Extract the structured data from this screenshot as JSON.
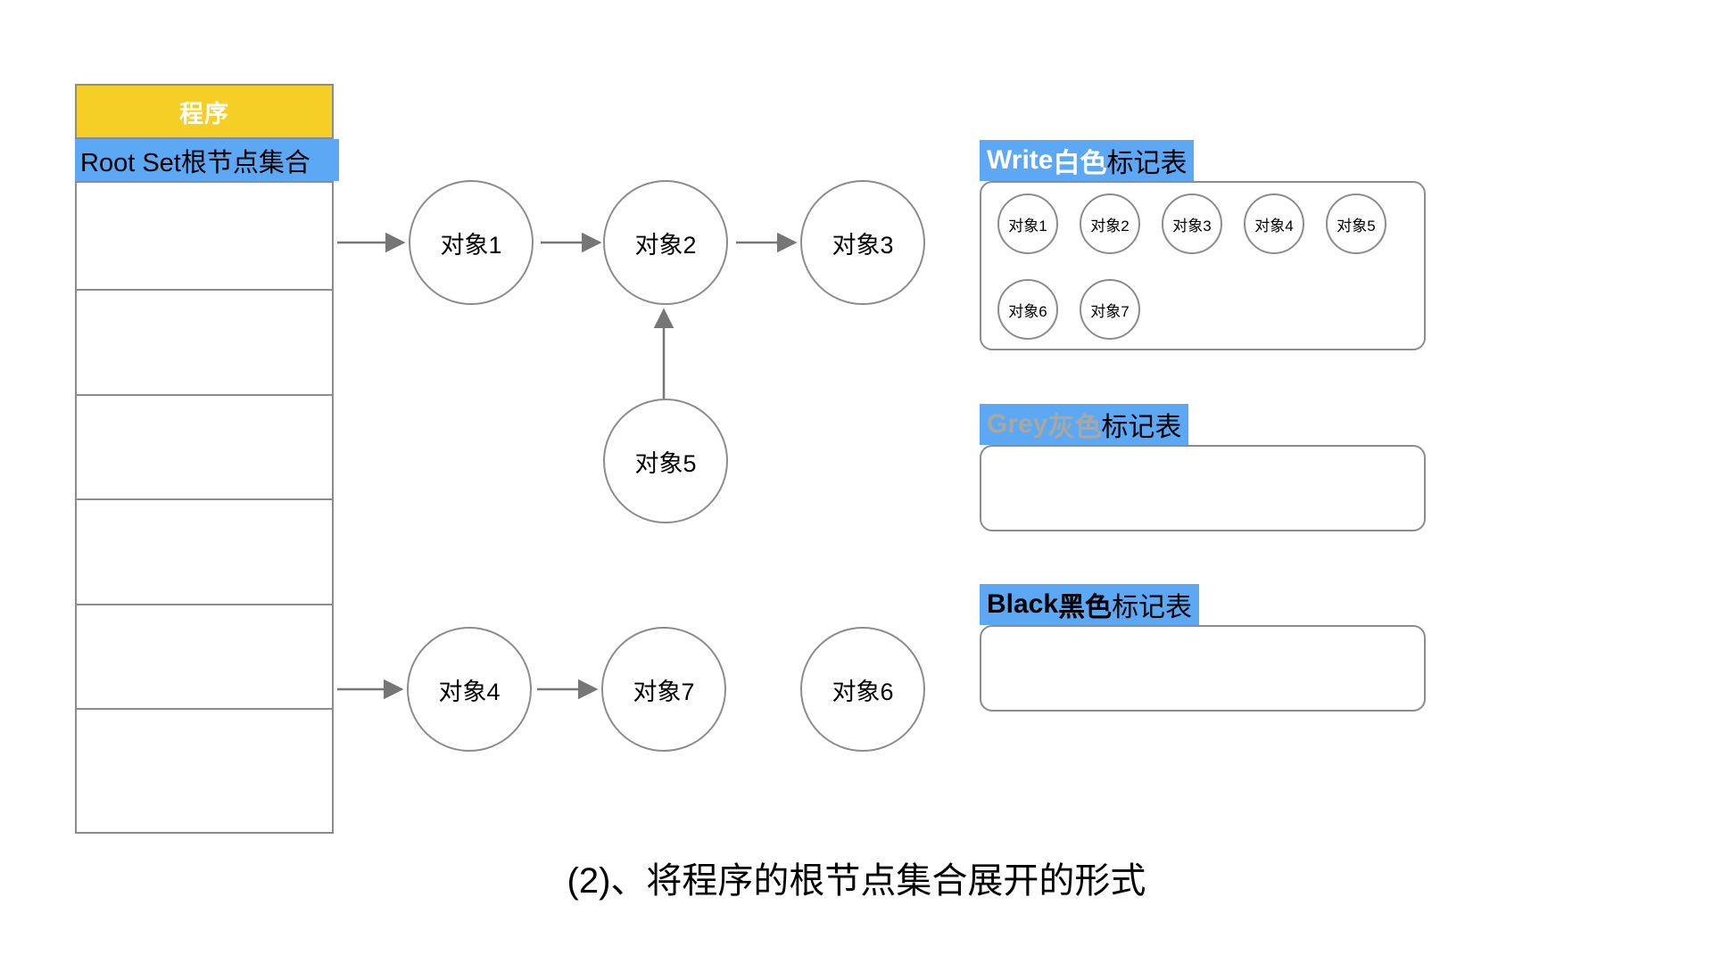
{
  "program": {
    "title": "程序",
    "title_bg": "#F5CE26",
    "rootset_label": "Root Set根节点集合",
    "rootset_bg": "#5CA8F5",
    "rows": [
      "",
      "",
      "",
      "",
      "",
      ""
    ]
  },
  "graph": {
    "nodes": [
      {
        "id": "obj1",
        "label": "对象1"
      },
      {
        "id": "obj2",
        "label": "对象2"
      },
      {
        "id": "obj3",
        "label": "对象3"
      },
      {
        "id": "obj5",
        "label": "对象5"
      },
      {
        "id": "obj4",
        "label": "对象4"
      },
      {
        "id": "obj7",
        "label": "对象7"
      },
      {
        "id": "obj6",
        "label": "对象6"
      }
    ],
    "edges": [
      {
        "from": "rootset",
        "to": "obj1"
      },
      {
        "from": "obj1",
        "to": "obj2"
      },
      {
        "from": "obj2",
        "to": "obj3"
      },
      {
        "from": "obj5",
        "to": "obj2"
      },
      {
        "from": "rootset",
        "to": "obj4"
      },
      {
        "from": "obj4",
        "to": "obj7"
      }
    ],
    "edge_color": "#767676"
  },
  "mark_tables": [
    {
      "id": "white",
      "header_en": "Write",
      "header_cn_colored": " 白色",
      "header_cn_rest": "标记表",
      "text_color": "#ffffff",
      "header_bg": "#5CA8F5",
      "rows": [
        [
          "对象1",
          "对象2",
          "对象3",
          "对象4",
          "对象5"
        ],
        [
          "对象6",
          "对象7"
        ]
      ]
    },
    {
      "id": "grey",
      "header_en": "Grey",
      "header_cn_colored": " 灰色",
      "header_cn_rest": "标记表",
      "text_color": "#aaa79c",
      "header_bg": "#5CA8F5",
      "rows": []
    },
    {
      "id": "black",
      "header_en": "Black",
      "header_cn_colored": " 黑色",
      "header_cn_rest": "标记表",
      "text_color": "#000000",
      "header_bg": "#5CA8F5",
      "rows": []
    }
  ],
  "caption": "(2)、将程序的根节点集合展开的形式"
}
